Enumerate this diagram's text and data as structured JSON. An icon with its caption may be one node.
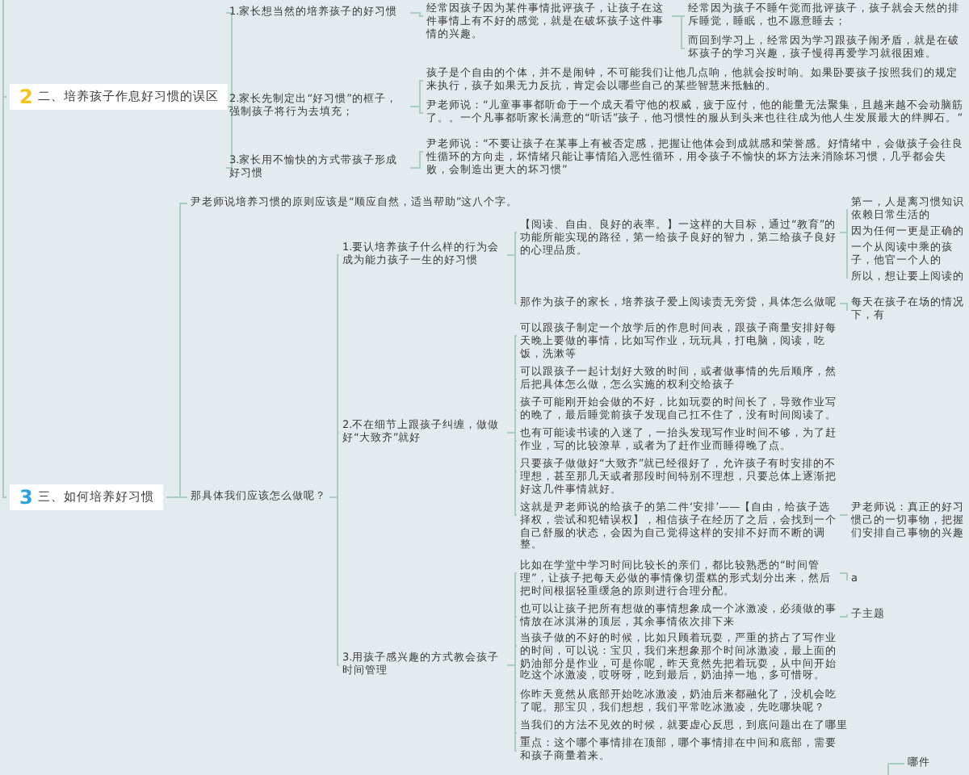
{
  "diagram": {
    "nodes": [
      {
        "text": [
          "2",
          "二、培养孩子作息好习惯的误区"
        ]
      },
      {
        "text": [
          "1.家长想当然的培养孩子的好习惯"
        ]
      },
      {
        "text": [
          "经常因孩子因为某件事情批评孩子，让孩子在这件事情上有不好的感觉，就是在破坏孩子这件事情的兴趣。"
        ]
      },
      {
        "text": [
          "经常因为孩子不睡午觉而批评孩子，孩子就会天然的排斥睡觉，睡眠，也不愿意睡去；"
        ]
      },
      {
        "text": [
          "而回到学习上，经常因为学习跟孩子闹矛盾，就是在破坏孩子的学习兴趣，孩子慢得再爱学习就很困难。"
        ]
      },
      {
        "text": [
          "2.家长先制定出“好习惯”的框子，强制孩子将行为去填充；"
        ]
      },
      {
        "text": [
          "孩子是个自由的个体，并不是闹钟，不可能我们让他几点响，他就会按时响。如果卧要孩子按照我们的规定来执行，孩子如果无力反抗，肯定会以哪些自己的某些智慧来抵触的。"
        ]
      },
      {
        "text": [
          "尹老师说：“儿童事事都听命于一个成天看守他的权威，疲于应付，他的能量无法聚集，且越来越不会动脑筋了。。一个凡事都听家长满意的“听话”孩子，他习惯性的服从到头来也往往成为他人生发展最大的绊脚石。”"
        ]
      },
      {
        "text": [
          "3.家长用不愉快的方式带孩子形成好习惯"
        ]
      },
      {
        "text": [
          "尹老师说：“不要让孩子在某事上有被否定感，把握让他体会到成就感和荣誉感。好情绪中，会做孩子会往良性循环的方向走，坏情绪只能让事情陷入恶性循环，用令孩子不愉快的坏方法来消除坏习惯，几乎都会失败，会制造出更大的坏习惯”"
        ]
      },
      {
        "text": [
          "3",
          "三、如何培养好习惯"
        ]
      },
      {
        "text": [
          "尹老师说培养习惯的原则应该是“顺应自然，适当帮助”这八个字。"
        ]
      },
      {
        "text": [
          "那具体我们应该怎么做呢？"
        ]
      },
      {
        "text": [
          "1.要认培养孩子什么样的行为会成为能力孩子一生的好习惯"
        ]
      },
      {
        "text": [
          "【阅读、自由、良好的表率。】一这样的大目标，通过“教育”的功能所能实现的路径，第一给孩子良好的智力，第二给孩子良好的心理品质。"
        ]
      },
      {
        "text": [
          "第一，人是离习惯知识依赖日常生活的"
        ]
      },
      {
        "text": [
          "因为任何一更是正确的"
        ]
      },
      {
        "text": [
          "一个从阅读中乘的孩子，他官一个人的"
        ]
      },
      {
        "text": [
          "所以，想让要上阅读的"
        ]
      },
      {
        "text": [
          "那作为孩子的家长，培养孩子爱上阅读责无旁贷，具体怎么做呢"
        ]
      },
      {
        "text": [
          "每天在孩子在场的情况下，有"
        ]
      },
      {
        "text": [
          "2.不在细节上跟孩子纠缠，做做好“大致齐”就好"
        ]
      },
      {
        "text": [
          "可以跟孩子制定一个放学后的作息时间表，跟孩子商量安排好每天晚上要做的事情，比如写作业，玩玩具，打电脑，阅读，吃饭，洗漱等"
        ]
      },
      {
        "text": [
          "可以跟孩子一起计划好大致的时间，或者做事情的先后顺序，然后把具体怎么做，怎么实施的权利交给孩子"
        ]
      },
      {
        "text": [
          "孩子可能刚开始会做的不好，比如玩耍的时间长了，导致作业写的晚了，最后睡觉前孩子发现自己扛不住了，没有时间阅读了。"
        ]
      },
      {
        "text": [
          "也有可能读书读的入迷了，一抬头发现写作业时间不够，为了赶作业，写的比较潦草，或者为了赶作业而睡得晚了点。"
        ]
      },
      {
        "text": [
          "只要孩子做做好“大致齐”就已经很好了，允许孩子有时安排的不理想，甚至那几天或者那段时间特别不理想，只要总体上逐渐把好这几件事情就好。"
        ]
      },
      {
        "text": [
          "这就是尹老师说的给孩子的第二件‘安排’——【自由，给孩子选择权，尝试和犯错误权】，相信孩子在经历了之后，会找到一个自己舒服的状态，会因为自己觉得这样的安排不好而不断的调整。"
        ]
      },
      {
        "text": [
          "尹老师说：真正的好习惯己的一切事物，把握们安排自己事物的兴趣"
        ]
      },
      {
        "text": [
          "3.用孩子感兴趣的方式教会孩子时间管理"
        ]
      },
      {
        "text": [
          "比如在学堂中学习时间比较长的亲们，都比较熟悉的“时间管理”，让孩子把每天必做的事情像切蛋糕的形式划分出来，然后把时间根据轻重缓急的原则进行合理分配。"
        ]
      },
      {
        "text": [
          "a"
        ]
      },
      {
        "text": [
          "也可以让孩子把所有想做的事情想象成一个冰激凌，必须做的事情放在冰淇淋的顶层，其余事情依次排下来"
        ]
      },
      {
        "text": [
          "子主题"
        ]
      },
      {
        "text": [
          "当孩子做的不好的时候，比如只顾着玩耍，严重的挤占了写作业的时间，可以说：宝贝，我们来想象那个时间冰激凌，最上面的奶油部分是作业，可是你呢，昨天竟然先把着玩耍，从中间开始吃这个冰激凌，哎呀呀，吃到最后，奶油掉一地，多可惜呀。"
        ]
      },
      {
        "text": [
          "你昨天竟然从底部开始吃冰激凌，奶油后来都融化了，没机会吃了呢。那宝贝，我们想想，我们平常吃冰激凌，先吃哪块呢？"
        ]
      },
      {
        "text": [
          "当我们的方法不见效的时候，就要虚心反思，到底问题出在了哪里一"
        ]
      },
      {
        "text": [
          "重点：这个哪个事情排在顶部，哪个事情排在中间和底部，需要和孩子商量着来。"
        ]
      },
      {
        "text": [
          "哪件"
        ]
      }
    ],
    "edges": [
      {
        "from": null,
        "to": 0,
        "arrow": "none"
      },
      {
        "from": 0,
        "to": 1,
        "arrow": "none"
      },
      {
        "from": 1,
        "to": 2,
        "arrow": "none"
      },
      {
        "from": 2,
        "to": 3,
        "arrow": "none"
      },
      {
        "from": 2,
        "to": 4,
        "arrow": "none"
      },
      {
        "from": 0,
        "to": 5,
        "arrow": "none"
      },
      {
        "from": 5,
        "to": 6,
        "arrow": "none"
      },
      {
        "from": 5,
        "to": 7,
        "arrow": "none"
      },
      {
        "from": 0,
        "to": 8,
        "arrow": "none"
      },
      {
        "from": 8,
        "to": 9,
        "arrow": "none"
      },
      {
        "from": null,
        "to": 10,
        "arrow": "none"
      },
      {
        "from": 10,
        "to": 11,
        "arrow": "none"
      },
      {
        "from": 10,
        "to": 12,
        "arrow": "none"
      },
      {
        "from": 12,
        "to": 13,
        "arrow": "none"
      },
      {
        "from": 13,
        "to": 14,
        "arrow": "none"
      },
      {
        "from": 14,
        "to": 15,
        "arrow": "none"
      },
      {
        "from": 14,
        "to": 16,
        "arrow": "none"
      },
      {
        "from": 14,
        "to": 17,
        "arrow": "none"
      },
      {
        "from": 14,
        "to": 18,
        "arrow": "none"
      },
      {
        "from": 13,
        "to": 19,
        "arrow": "none"
      },
      {
        "from": 19,
        "to": 20,
        "arrow": "none"
      },
      {
        "from": 12,
        "to": 21,
        "arrow": "none"
      },
      {
        "from": 21,
        "to": 22,
        "arrow": "none"
      },
      {
        "from": 21,
        "to": 23,
        "arrow": "none"
      },
      {
        "from": 21,
        "to": 24,
        "arrow": "none"
      },
      {
        "from": 21,
        "to": 25,
        "arrow": "none"
      },
      {
        "from": 21,
        "to": 26,
        "arrow": "none"
      },
      {
        "from": 21,
        "to": 27,
        "arrow": "none"
      },
      {
        "from": 27,
        "to": 28,
        "arrow": "none"
      },
      {
        "from": 12,
        "to": 29,
        "arrow": "none"
      },
      {
        "from": 29,
        "to": 30,
        "arrow": "none"
      },
      {
        "from": 30,
        "to": 31,
        "arrow": "none"
      },
      {
        "from": 29,
        "to": 32,
        "arrow": "none"
      },
      {
        "from": 32,
        "to": 33,
        "arrow": "none"
      },
      {
        "from": 29,
        "to": 34,
        "arrow": "none"
      },
      {
        "from": 29,
        "to": 35,
        "arrow": "none"
      },
      {
        "from": 29,
        "to": 36,
        "arrow": "none"
      },
      {
        "from": 29,
        "to": 37,
        "arrow": "none"
      },
      {
        "from": null,
        "to": 38,
        "arrow": "none"
      }
    ]
  }
}
